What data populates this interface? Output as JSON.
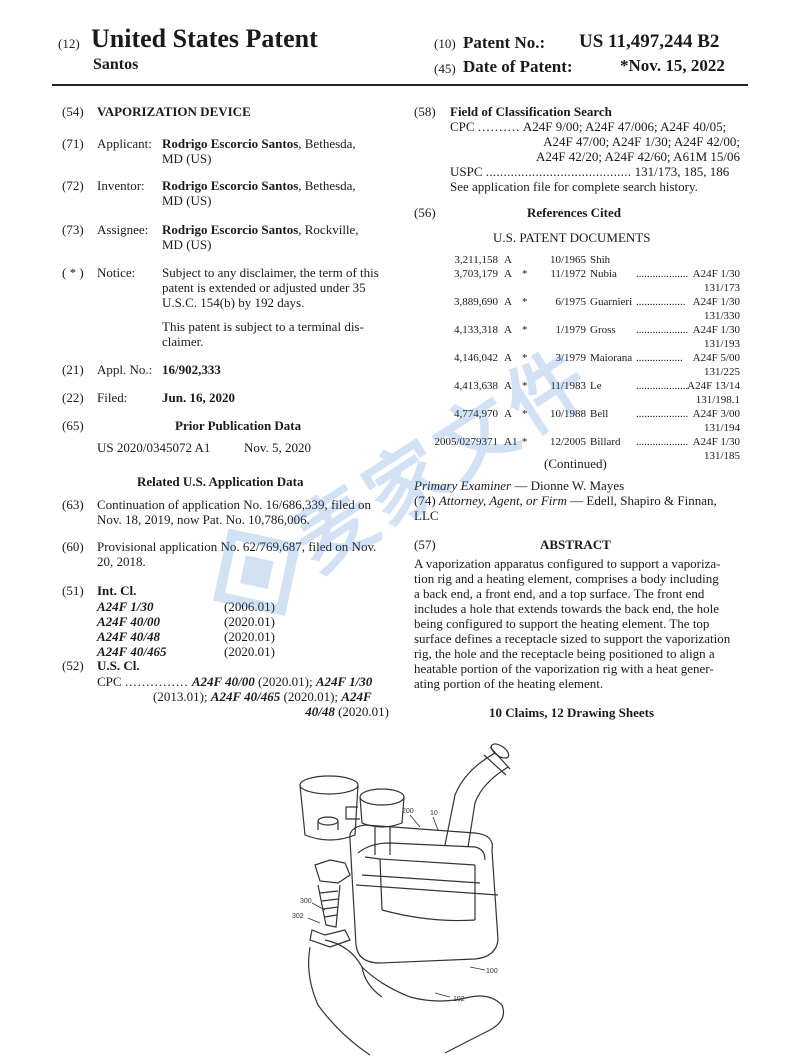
{
  "header": {
    "num12": "(12)",
    "country_title": "United States Patent",
    "inventor_surname": "Santos",
    "num10": "(10)",
    "patent_no_label": "Patent No.:",
    "patent_no": "US 11,497,244 B2",
    "num45": "(45)",
    "date_label": "Date of Patent:",
    "date": "*Nov. 15, 2022"
  },
  "left": {
    "title_code": "(54)",
    "title": "VAPORIZATION DEVICE",
    "applicant_code": "(71)",
    "applicant_label": "Applicant:",
    "applicant_name": "Rodrigo Escorcio Santos",
    "applicant_loc1": ", Bethesda,",
    "applicant_loc2": "MD (US)",
    "inventor_code": "(72)",
    "inventor_label": "Inventor:",
    "inventor_name": "Rodrigo Escorcio Santos",
    "inventor_loc1": ", Bethesda,",
    "inventor_loc2": "MD (US)",
    "assignee_code": "(73)",
    "assignee_label": "Assignee:",
    "assignee_name": "Rodrigo Escorcio Santos",
    "assignee_loc1": ", Rockville,",
    "assignee_loc2": "MD (US)",
    "notice_code": "( * )",
    "notice_label": "Notice:",
    "notice_l1": "Subject to any disclaimer, the term of this",
    "notice_l2": "patent is extended or adjusted under 35",
    "notice_l3": "U.S.C. 154(b) by 192 days.",
    "notice_l4": "This patent is subject to a terminal dis-",
    "notice_l5": "claimer.",
    "appl_code": "(21)",
    "appl_label": "Appl. No.:",
    "appl_no": "16/902,333",
    "filed_code": "(22)",
    "filed_label": "Filed:",
    "filed_date": "Jun. 16, 2020",
    "prior_code": "(65)",
    "prior_heading": "Prior Publication Data",
    "prior_pub": "US 2020/0345072 A1",
    "prior_date": "Nov. 5, 2020",
    "related_heading": "Related U.S. Application Data",
    "cont_code": "(63)",
    "cont_l1": "Continuation of application No. 16/686,339, filed on",
    "cont_l2": "Nov. 18, 2019, now Pat. No. 10,786,006.",
    "prov_code": "(60)",
    "prov_l1": "Provisional application No. 62/769,687, filed on Nov.",
    "prov_l2": "20, 2018.",
    "intcl_code": "(51)",
    "intcl_label": "Int. Cl.",
    "intcl": [
      {
        "cls": "A24F 1/30",
        "ver": "(2006.01)"
      },
      {
        "cls": "A24F 40/00",
        "ver": "(2020.01)"
      },
      {
        "cls": "A24F 40/48",
        "ver": "(2020.01)"
      },
      {
        "cls": "A24F 40/465",
        "ver": "(2020.01)"
      }
    ],
    "uscl_code": "(52)",
    "uscl_label": "U.S. Cl.",
    "cpc_label": "CPC",
    "cpc_dots": "...............",
    "cpc_a": "A24F 40/00",
    "cpc_a_ver": "(2020.01);",
    "cpc_b": "A24F 1/30",
    "cpc_b_ver": "(2013.01);",
    "cpc_c": "A24F 40/465",
    "cpc_c_ver": "(2020.01);",
    "cpc_d": "A24F",
    "cpc_e": "40/48",
    "cpc_e_ver": "(2020.01)"
  },
  "right": {
    "field_code": "(58)",
    "field_heading": "Field of Classification Search",
    "cpc_label": "CPC",
    "cpc_dots": "..........",
    "cpc_l1": "A24F 9/00; A24F 47/006; A24F 40/05;",
    "cpc_l2": "A24F 47/00; A24F 1/30; A24F 42/00;",
    "cpc_l3": "A24F 42/20; A24F 42/60; A61M 15/06",
    "uspc_label": "USPC",
    "uspc_dots": ".........................................",
    "uspc_val": "131/173, 185, 186",
    "see_app": "See application file for complete search history.",
    "refs_code": "(56)",
    "refs_heading": "References Cited",
    "us_docs": "U.S. PATENT DOCUMENTS",
    "refs": [
      {
        "num": "3,211,158",
        "kind": "A",
        "star": "",
        "date": "10/1965",
        "name": "Shih",
        "dots": "",
        "cls": "",
        "sub": ""
      },
      {
        "num": "3,703,179",
        "kind": "A",
        "star": "*",
        "date": "11/1972",
        "name": "Nubia",
        "dots": "......................",
        "cls": "A24F 1/30",
        "sub": "131/173"
      },
      {
        "num": "3,889,690",
        "kind": "A",
        "star": "*",
        "date": "6/1975",
        "name": "Guarnieri",
        "dots": "..................",
        "cls": "A24F 1/30",
        "sub": "131/330"
      },
      {
        "num": "4,133,318",
        "kind": "A",
        "star": "*",
        "date": "1/1979",
        "name": "Gross",
        "dots": ".........................",
        "cls": "A24F 1/30",
        "sub": "131/193"
      },
      {
        "num": "4,146,042",
        "kind": "A",
        "star": "*",
        "date": "3/1979",
        "name": "Maiorana",
        "dots": ".................",
        "cls": "A24F 5/00",
        "sub": "131/225"
      },
      {
        "num": "4,413,638",
        "kind": "A",
        "star": "*",
        "date": "11/1983",
        "name": "Le",
        "dots": ".........................",
        "cls": "A24F 13/14",
        "sub": "131/198.1"
      },
      {
        "num": "4,774,970",
        "kind": "A",
        "star": "*",
        "date": "10/1988",
        "name": "Bell",
        "dots": ".........................",
        "cls": "A24F 3/00",
        "sub": "131/194"
      },
      {
        "num": "2005/0279371",
        "kind": "A1",
        "star": "*",
        "date": "12/2005",
        "name": "Billard",
        "dots": "......................",
        "cls": "A24F 1/30",
        "sub": "131/185"
      }
    ],
    "continued": "(Continued)",
    "examiner_label": "Primary Examiner",
    "examiner": " — Dionne W. Mayes",
    "attorney_code": "(74)",
    "attorney_label": "Attorney, Agent, or Firm",
    "attorney": " — Edell, Shapiro & Finnan,",
    "attorney_l2": "LLC",
    "abstract_code": "(57)",
    "abstract_heading": "ABSTRACT",
    "abstract_lines": [
      "A vaporization apparatus configured to support a vaporiza-",
      "tion rig and a heating element, comprises a body including",
      "a back end, a front end, and a top surface. The front end",
      "includes a hole that extends towards the back end, the hole",
      "being configured to support the heating element. The top",
      "surface defines a receptacle sized to support the vaporization",
      "rig, the hole and the receptacle being positioned to align a",
      "heatable portion of the vaporization rig with a heat gener-",
      "ating portion of the heating element."
    ],
    "claims": "10 Claims, 12 Drawing Sheets"
  },
  "drawing": {
    "ref_200": "200",
    "ref_10": "10",
    "ref_300": "300",
    "ref_302": "302",
    "ref_100": "100",
    "ref_102": "102"
  },
  "watermark": {
    "text": "麦家文件"
  }
}
